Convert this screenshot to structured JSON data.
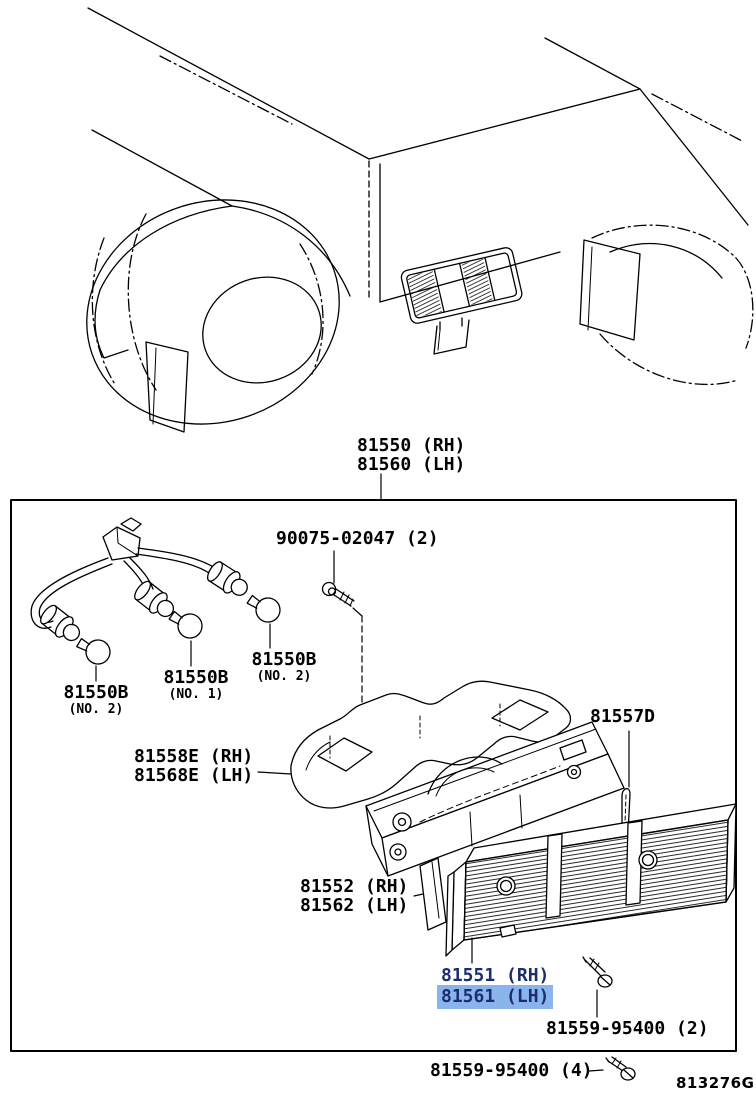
{
  "page": {
    "drawing_code": "813276G"
  },
  "labels": {
    "assembly": {
      "rh": "81550 (RH)",
      "lh": "81560 (LH)"
    },
    "screw_top": "90075-02047 (2)",
    "bulb_left": {
      "num": "81550B",
      "note": "(NO. 2)"
    },
    "bulb_middle": {
      "num": "81550B",
      "note": "(NO. 1)"
    },
    "bulb_right": {
      "num": "81550B",
      "note": "(NO. 2)"
    },
    "packing": {
      "rh": "81558E (RH)",
      "lh": "81568E (LH)"
    },
    "strip": "81557D",
    "body": {
      "rh": "81552 (RH)",
      "lh": "81562 (LH)"
    },
    "lens": {
      "rh": "81551 (RH)",
      "lh": "81561 (LH)"
    },
    "screw_rear_2": "81559-95400 (2)",
    "screw_rear_4": "81559-95400 (4)"
  },
  "colors": {
    "highlight_bg": "#8ab5ec",
    "highlight_text": "#1b2d6e",
    "line": "#000000"
  }
}
